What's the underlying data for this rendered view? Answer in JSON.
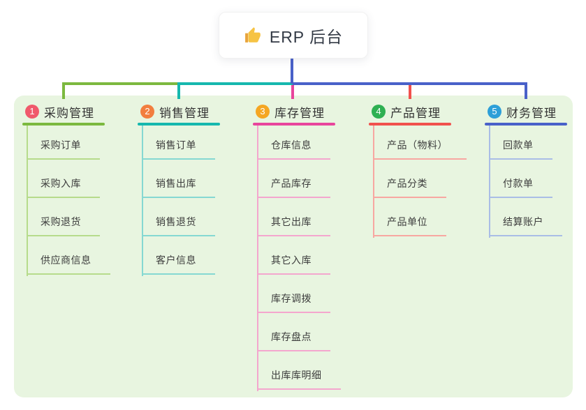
{
  "root": {
    "icon": "thumbs-up-icon",
    "label": "ERP 后台"
  },
  "branches": [
    {
      "number": "1",
      "title": "采购管理",
      "badge_color": "#f0596b",
      "color_main": "#7cb93f",
      "color_light": "#b6db8b",
      "children": [
        "采购订单",
        "采购入库",
        "采购退货",
        "供应商信息"
      ]
    },
    {
      "number": "2",
      "title": "销售管理",
      "badge_color": "#f27e3f",
      "color_main": "#16b8ae",
      "color_light": "#85d8d2",
      "children": [
        "销售订单",
        "销售出库",
        "销售退货",
        "客户信息"
      ]
    },
    {
      "number": "3",
      "title": "库存管理",
      "badge_color": "#f5a623",
      "color_main": "#e8459c",
      "color_light": "#f4a6ce",
      "children": [
        "仓库信息",
        "产品库存",
        "其它出库",
        "其它入库",
        "库存调拨",
        "库存盘点",
        "出库库明细"
      ]
    },
    {
      "number": "4",
      "title": "产品管理",
      "badge_color": "#2eb052",
      "color_main": "#f1514d",
      "color_light": "#f8a7a1",
      "children": [
        "产品（物料）",
        "产品分类",
        "产品单位"
      ]
    },
    {
      "number": "5",
      "title": "财务管理",
      "badge_color": "#2d9fd8",
      "color_main": "#4961c9",
      "color_light": "#a9bde6",
      "children": [
        "回款单",
        "付款单",
        "结算账户"
      ]
    }
  ],
  "canvas": {
    "background": "#ffffff",
    "panel_background": "#e8f5e0",
    "connector_blue": "#4961c9"
  }
}
